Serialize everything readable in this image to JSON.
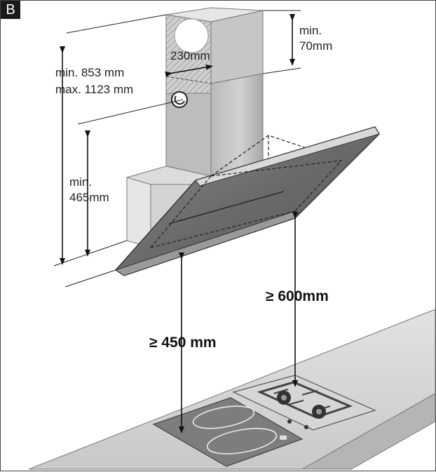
{
  "figure": {
    "badge": "B"
  },
  "dimensions": {
    "overall_min": "min. 853 mm",
    "overall_max": "max. 1123 mm",
    "duct_width": "230mm",
    "top_gap_prefix": "min.",
    "top_gap_value": "70mm",
    "lower_min_prefix": "min.",
    "lower_min_value": "465mm",
    "to_gas_hob": "≥ 600mm",
    "to_electric_hob": "≥ 450 mm"
  },
  "colors": {
    "counter_top": "#d9d9d9",
    "counter_front": "#bdbdbd",
    "chimney": "#c8c8c8",
    "hood_glass": "#6e6e6e",
    "hatch": "#b0b0b0",
    "electric_hob": "#7a7a7a",
    "gas_hob": "#cfcfcf"
  }
}
